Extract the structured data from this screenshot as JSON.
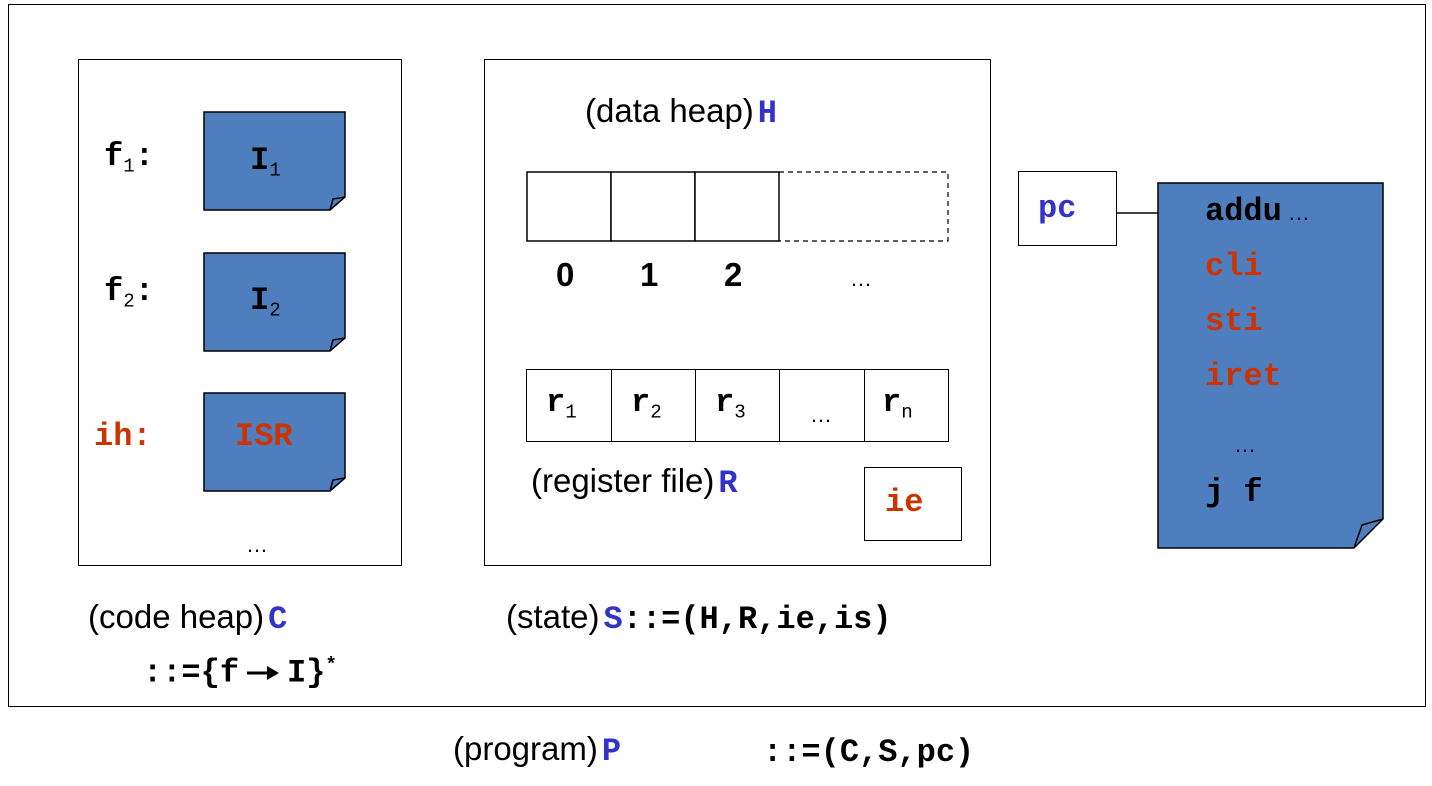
{
  "colors": {
    "blue": "#3333cc",
    "red": "#cc3300",
    "page_fill": "#4f7ebf"
  },
  "code_heap": {
    "entries": [
      {
        "label": "f",
        "label_sub": "1",
        "colon": ":",
        "block": "I",
        "block_sub": "1"
      },
      {
        "label": "f",
        "label_sub": "2",
        "colon": ":",
        "block": "I",
        "block_sub": "2"
      },
      {
        "label": "ih:",
        "block": "ISR"
      }
    ],
    "ellipsis": "…",
    "caption": "(code heap)",
    "symbol": "C",
    "def_prefix": "::={f",
    "def_suffix": "I}",
    "def_star": "*"
  },
  "state": {
    "data_heap_caption": "(data heap)",
    "data_heap_symbol": "H",
    "heap_indices": [
      "0",
      "1",
      "2",
      "…"
    ],
    "registers": [
      {
        "name": "r",
        "sub": "1"
      },
      {
        "name": "r",
        "sub": "2"
      },
      {
        "name": "r",
        "sub": "3"
      },
      {
        "name": "…",
        "sub": ""
      },
      {
        "name": "r",
        "sub": "n"
      }
    ],
    "register_caption": "(register file)",
    "register_symbol": "R",
    "ie_label": "ie",
    "caption": "(state)",
    "symbol": "S",
    "definition": "::=(H,R,ie,is)"
  },
  "pc": {
    "label": "pc",
    "code_lines": [
      {
        "text": "addu",
        "suffix": " …",
        "color": "black"
      },
      {
        "text": "cli",
        "color": "red"
      },
      {
        "text": "sti",
        "color": "red"
      },
      {
        "text": "iret",
        "color": "red"
      },
      {
        "text": "…",
        "color": "black"
      },
      {
        "text": "j f",
        "color": "black"
      }
    ]
  },
  "program": {
    "caption": "(program)",
    "symbol": "P",
    "definition": "::=(C,S,pc)"
  }
}
